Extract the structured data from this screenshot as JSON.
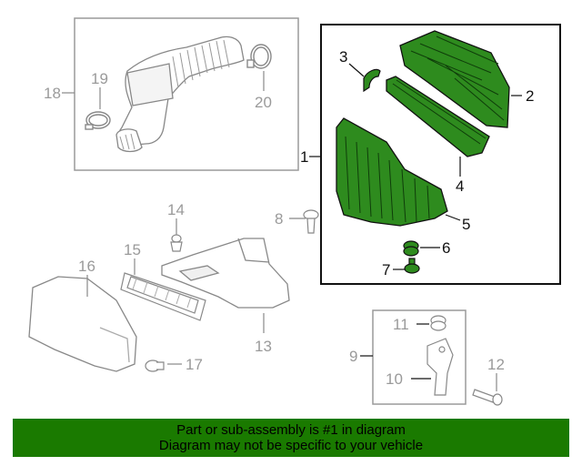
{
  "diagram": {
    "highlight_color": "#2e8b1e",
    "box_border_color": "#9a9a9a",
    "callouts": {
      "c1": "1",
      "c2": "2",
      "c3": "3",
      "c4": "4",
      "c5": "5",
      "c6": "6",
      "c7": "7",
      "c8": "8",
      "c9": "9",
      "c10": "10",
      "c11": "11",
      "c12": "12",
      "c13": "13",
      "c14": "14",
      "c15": "15",
      "c16": "16",
      "c17": "17",
      "c18": "18",
      "c19": "19",
      "c20": "20"
    }
  },
  "footer": {
    "line1": "Part or sub-assembly is #1 in diagram",
    "line2": "Diagram may not be specific to your vehicle",
    "background_color": "#1a7a00"
  }
}
